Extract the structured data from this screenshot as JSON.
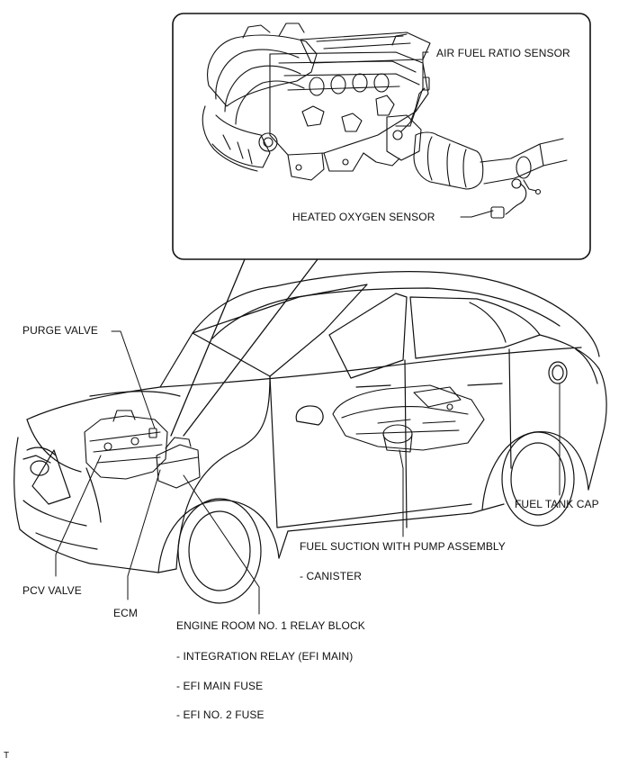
{
  "callout_labels": {
    "air_fuel_ratio_sensor": "AIR FUEL RATIO SENSOR",
    "heated_oxygen_sensor": "HEATED OXYGEN SENSOR",
    "purge_valve": "PURGE VALVE",
    "fuel_tank_cap": "FUEL TANK CAP",
    "fuel_suction_with_pump_assembly": "FUEL SUCTION WITH PUMP ASSEMBLY",
    "canister": "- CANISTER",
    "pcv_valve": "PCV VALVE",
    "ecm": "ECM",
    "engine_room_no1_relay_block": "ENGINE ROOM NO. 1 RELAY BLOCK",
    "integration_relay": "- INTEGRATION RELAY (EFI MAIN)",
    "efi_main_fuse": "- EFI MAIN FUSE",
    "efi_no2_fuse": "- EFI NO. 2 FUSE"
  },
  "corner_mark": "T"
}
